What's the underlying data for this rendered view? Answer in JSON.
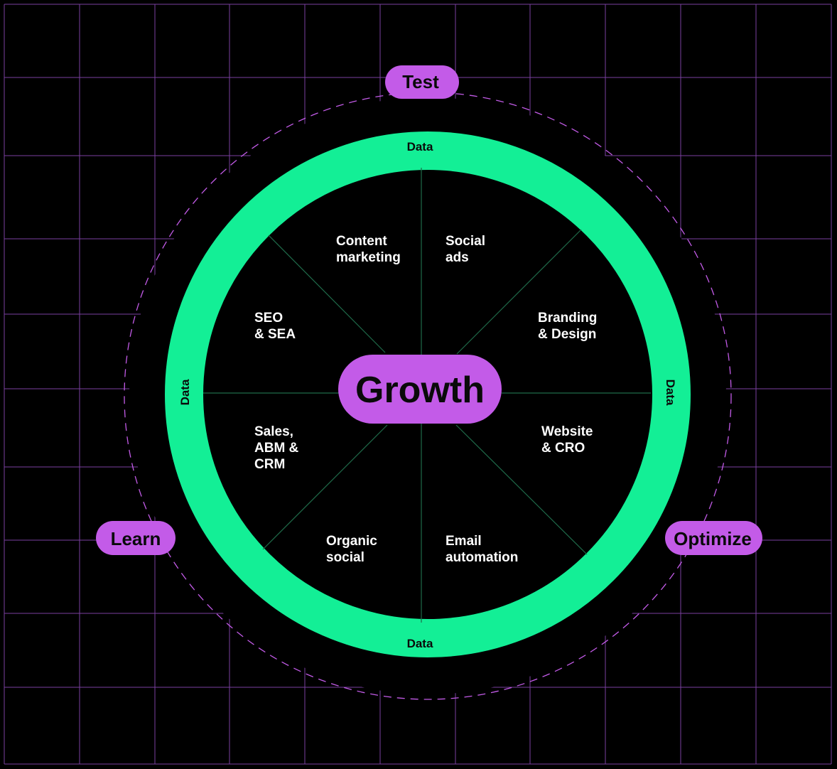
{
  "colors": {
    "background": "#000000",
    "grid": "#7a3fa0",
    "ring": "#13ef96",
    "pill": "#c35be8",
    "divider": "#1f6b4a",
    "dashed": "#c35be8",
    "text_light": "#ffffff",
    "text_dark": "#0a0a0a"
  },
  "center": {
    "label": "Growth"
  },
  "ring_labels": {
    "top": "Data",
    "bottom": "Data",
    "left": "Data",
    "right": "Data"
  },
  "cycle": {
    "top": "Test",
    "left": "Learn",
    "right": "Optimize"
  },
  "segments": [
    {
      "id": "content-marketing",
      "lines": [
        "Content",
        "marketing"
      ]
    },
    {
      "id": "social-ads",
      "lines": [
        "Social",
        "ads"
      ]
    },
    {
      "id": "branding-design",
      "lines": [
        "Branding",
        "& Design"
      ]
    },
    {
      "id": "website-cro",
      "lines": [
        "Website",
        "& CRO"
      ]
    },
    {
      "id": "email-automation",
      "lines": [
        "Email",
        "automation"
      ]
    },
    {
      "id": "organic-social",
      "lines": [
        "Organic",
        "social"
      ]
    },
    {
      "id": "sales-abm-crm",
      "lines": [
        "Sales,",
        "ABM &",
        "CRM"
      ]
    },
    {
      "id": "seo-sea",
      "lines": [
        "SEO",
        "& SEA"
      ]
    }
  ]
}
